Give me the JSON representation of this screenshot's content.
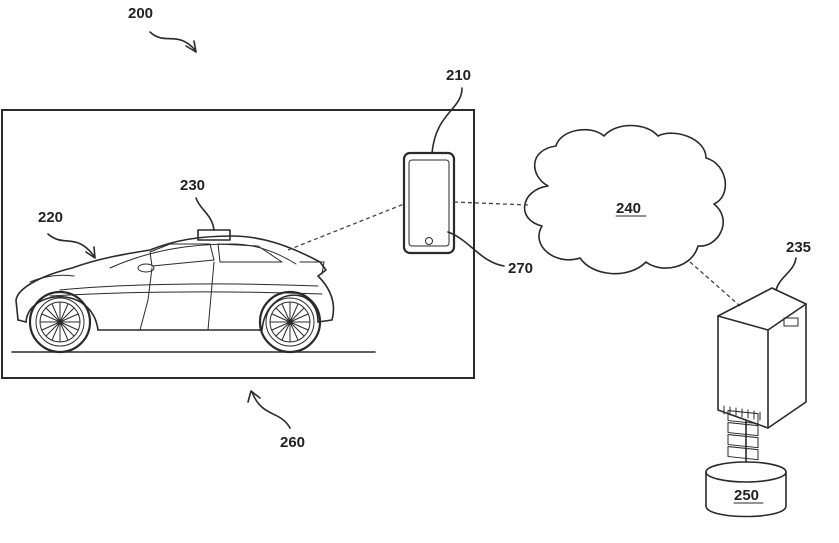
{
  "figure": {
    "labels": {
      "system": "200",
      "phone": "210",
      "vehicle": "220",
      "sensor": "230",
      "server": "235",
      "network": "240",
      "database": "250",
      "environment": "260",
      "phone_element": "270"
    }
  }
}
